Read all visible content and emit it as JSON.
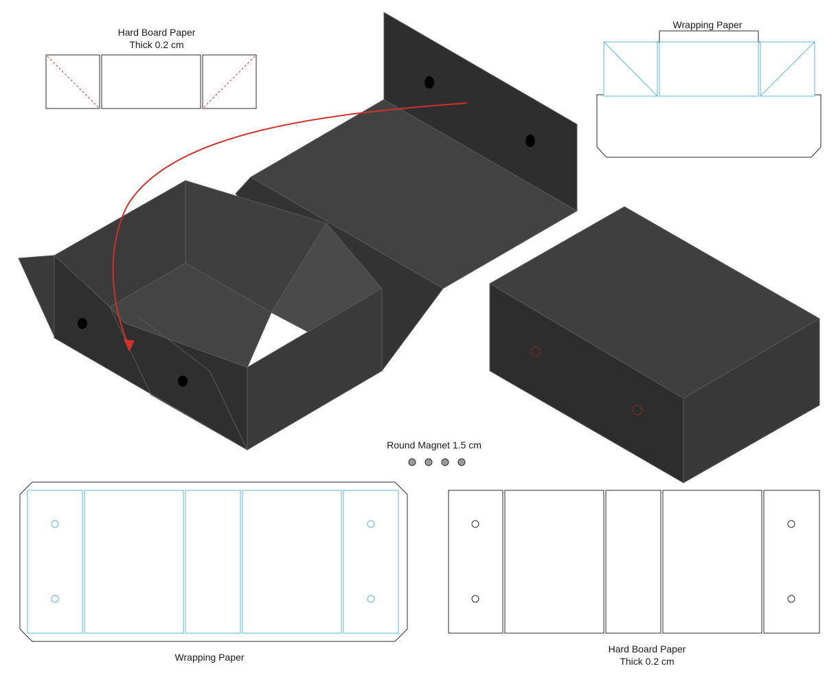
{
  "labels": {
    "hardboard_top_line1": "Hard Board Paper",
    "hardboard_top_line2": "Thick 0.2 cm",
    "wrapping_top": "Wrapping Paper",
    "magnet": "Round Magnet 1.5 cm",
    "wrapping_bottom": "Wrapping Paper",
    "hardboard_bottom_line1": "Hard Board Paper",
    "hardboard_bottom_line2": "Thick 0.2 cm"
  },
  "colors": {
    "outline": "#2a2a2a",
    "fold_line": "#5bb7d5",
    "cut_dashed": "#d0312d",
    "arrow": "#d0312d",
    "box_dark": "#2e2e2e",
    "box_mid": "#3c3c3c",
    "box_light": "#474747",
    "magnet_fill": "#9a9a9a"
  },
  "icons": {
    "arrow": "curved-fold-arrow",
    "magnet": "round-magnet-icon"
  }
}
